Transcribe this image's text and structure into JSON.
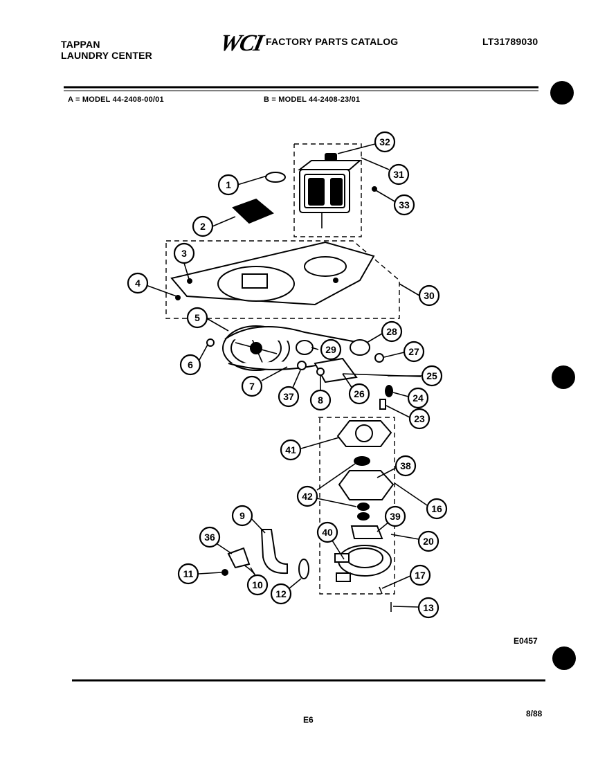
{
  "header": {
    "brand_line1": "TAPPAN",
    "brand_line2": "LAUNDRY CENTER",
    "logo_text": "WCI",
    "catalog_title": "FACTORY PARTS CATALOG",
    "catalog_number": "LT31789030"
  },
  "models": {
    "a": "A = MODEL 44-2408-00/01",
    "b": "B = MODEL 44-2408-23/01"
  },
  "callouts": [
    "1",
    "2",
    "3",
    "4",
    "5",
    "6",
    "7",
    "8",
    "9",
    "10",
    "11",
    "12",
    "13",
    "16",
    "17",
    "20",
    "23",
    "24",
    "25",
    "26",
    "27",
    "28",
    "29",
    "30",
    "31",
    "32",
    "33",
    "36",
    "37",
    "38",
    "39",
    "40",
    "41",
    "42"
  ],
  "footer": {
    "figure_code": "E0457",
    "page_code": "E6",
    "date": "8/88"
  }
}
